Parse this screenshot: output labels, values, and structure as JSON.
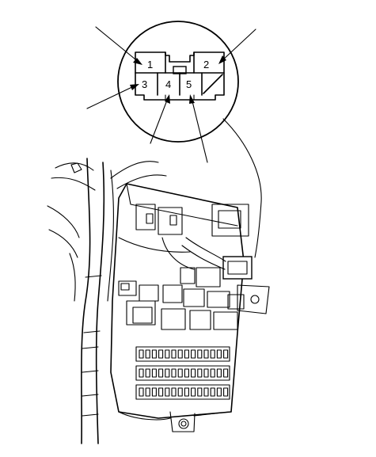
{
  "figure": {
    "connector_pins": [
      "1",
      "2",
      "3",
      "4",
      "5"
    ]
  },
  "colors": {
    "line": "#000000",
    "background": "#ffffff"
  }
}
